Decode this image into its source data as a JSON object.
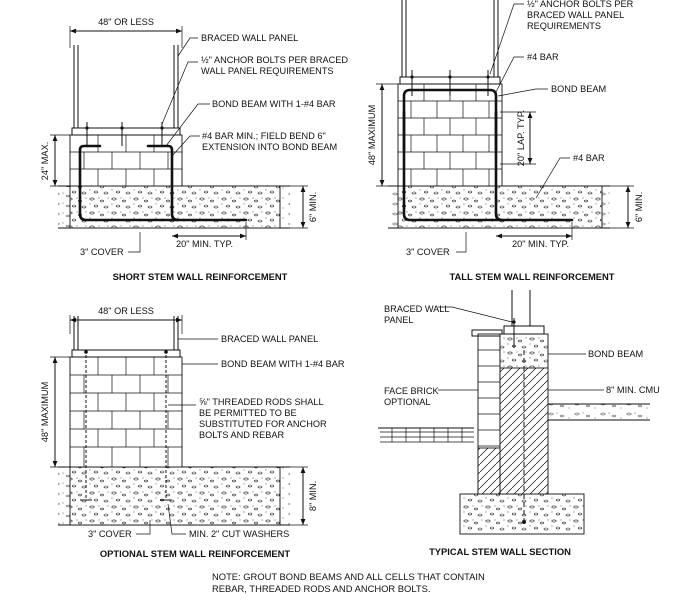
{
  "diagrams": {
    "short": {
      "title": "SHORT STEM WALL REINFORCEMENT",
      "width_label": "48\" OR LESS",
      "braced_wall_panel": "BRACED WALL PANEL",
      "anchor_bolts_1": "½\" ANCHOR BOLTS PER BRACED",
      "anchor_bolts_2": "WALL PANEL REQUIREMENTS",
      "bond_beam": "BOND BEAM WITH 1-#4 BAR",
      "bar_note_1": "#4 BAR MIN.; FIELD BEND 6\"",
      "bar_note_2": "EXTENSION INTO BOND BEAM",
      "height_label": "24\" MAX.",
      "depth_label": "6\" MIN.",
      "cover_label": "3\" COVER",
      "lap_label": "20\" MIN. TYP."
    },
    "tall": {
      "title": "TALL STEM WALL REINFORCEMENT",
      "anchor_bolts_1": "½\" ANCHOR BOLTS PER",
      "anchor_bolts_2": "BRACED WALL PANEL",
      "anchor_bolts_3": "REQUIREMENTS",
      "bar_top": "#4 BAR",
      "bond_beam": "BOND BEAM",
      "bar_lower": "#4 BAR",
      "height_label": "48\" MAXIMUM",
      "lap_label": "20\" LAP. TYP.",
      "depth_label": "6\" MIN.",
      "cover_label": "3\" COVER",
      "min_label": "20\" MIN. TYP."
    },
    "optional": {
      "title": "OPTIONAL STEM WALL REINFORCEMENT",
      "width_label": "48\" OR LESS",
      "braced_wall_panel": "BRACED WALL PANEL",
      "bond_beam": "BOND BEAM WITH 1-#4 BAR",
      "rods_1": "⅝\" THREADED RODS SHALL",
      "rods_2": "BE PERMITTED TO BE",
      "rods_3": "SUBSTITUTED FOR ANCHOR",
      "rods_4": "BOLTS AND REBAR",
      "height_label": "48\" MAXIMUM",
      "depth_label": "8\" MIN.",
      "cover_label": "3\" COVER",
      "washers_label": "MIN. 2\" CUT WASHERS"
    },
    "section": {
      "title": "TYPICAL STEM WALL SECTION",
      "braced_wall_1": "BRACED WALL",
      "braced_wall_2": "PANEL",
      "bond_beam": "BOND BEAM",
      "face_brick_1": "FACE BRICK",
      "face_brick_2": "OPTIONAL",
      "cmu_label": "8\" MIN. CMU"
    }
  },
  "note_1": "NOTE: GROUT BOND BEAMS AND ALL CELLS THAT CONTAIN",
  "note_2": "REBAR, THREADED RODS AND ANCHOR BOLTS."
}
